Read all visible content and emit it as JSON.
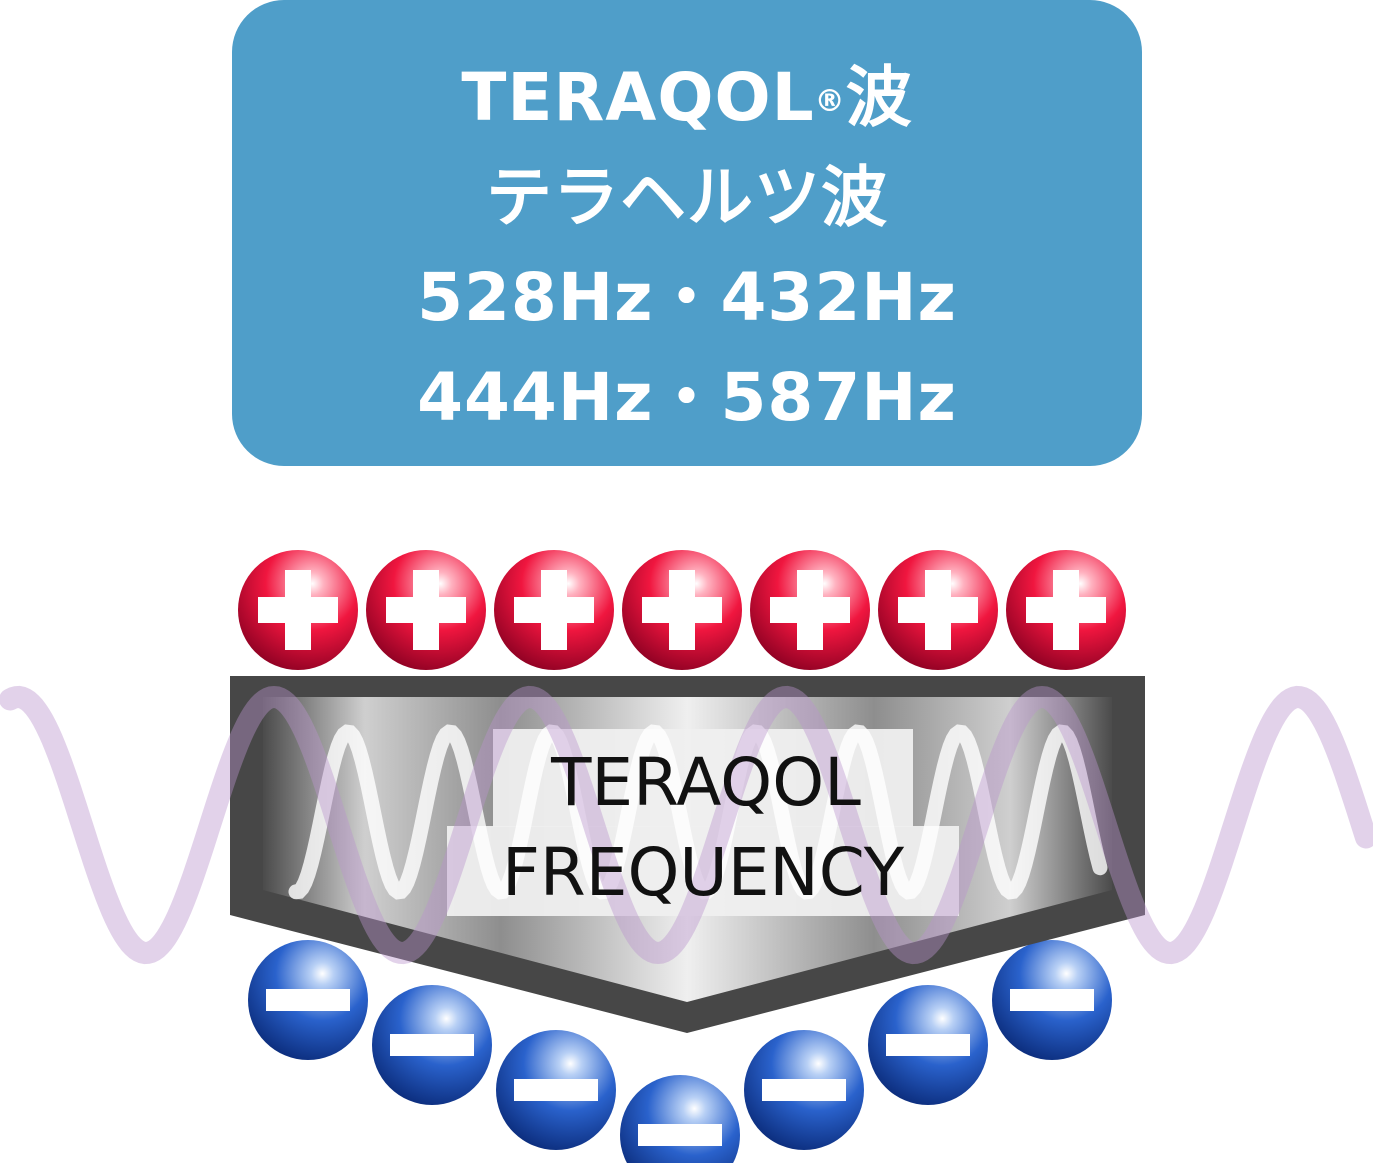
{
  "header": {
    "line1_main": "TERAQOL",
    "line1_mark": "®",
    "line1_suffix": "波",
    "line2": "テラヘルツ波",
    "line3": "528Hz・432Hz",
    "line4": "444Hz・587Hz"
  },
  "device": {
    "label_line1": "TERAQOL",
    "label_line2": "FREQUENCY"
  },
  "charges": {
    "positive_symbol": "plus-icon",
    "negative_symbol": "minus-icon",
    "positive_count": 7,
    "negative_count": 7
  },
  "colors": {
    "header_bg": "#4f9ec9",
    "positive": "#e8143c",
    "negative": "#1b4fb0",
    "wave": "#e2d0ea",
    "device_frame": "#4a4a4a"
  }
}
